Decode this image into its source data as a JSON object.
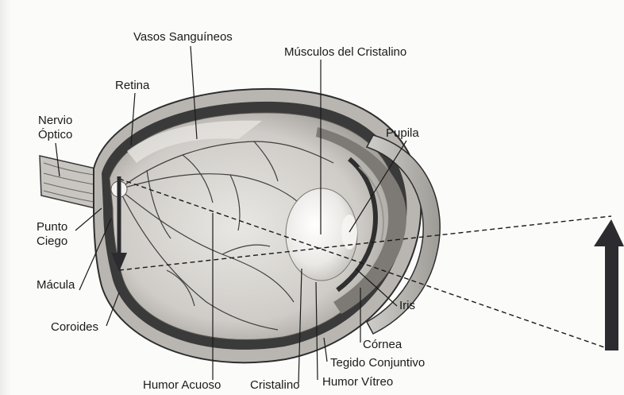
{
  "labels": {
    "vasos": "Vasos Sanguíneos",
    "musculos": "Músculos del Cristalino",
    "retina": "Retina",
    "nervio_1": "Nervio",
    "nervio_2": "Óptico",
    "pupila": "Pupila",
    "punto_1": "Punto",
    "punto_2": "Ciego",
    "macula": "Mácula",
    "coroides": "Coroides",
    "iris": "Iris",
    "cornea": "Córnea",
    "tegido": "Tegido Conjuntivo",
    "humor_acuoso": "Humor Acuoso",
    "cristalino": "Cristalino",
    "humor_vitreo": "Humor Vítreo"
  },
  "colors": {
    "ink": "#1a1a1a",
    "arrow": "#2c2c30",
    "sclera": "#b9b6b1",
    "choroid": "#3a3a3a",
    "retina_fill": "#dcdad6",
    "vessel": "#3f3f3f"
  }
}
